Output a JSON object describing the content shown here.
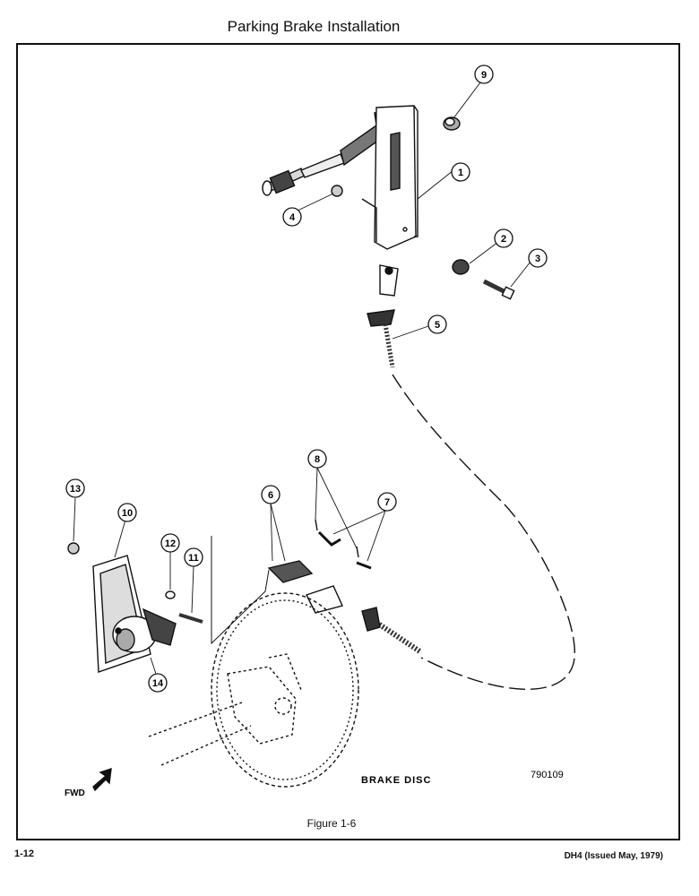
{
  "title": "Parking Brake Installation",
  "callouts": [
    "1",
    "2",
    "3",
    "4",
    "5",
    "6",
    "7",
    "8",
    "9",
    "10",
    "11",
    "12",
    "13",
    "14"
  ],
  "labels": {
    "brake_disc": "BRAKE DISC",
    "drawing_number": "790109",
    "fwd": "FWD"
  },
  "caption": "Figure 1-6",
  "footer": {
    "page_number": "1-12",
    "document_id": "DH4 (Issued May, 1979)"
  }
}
